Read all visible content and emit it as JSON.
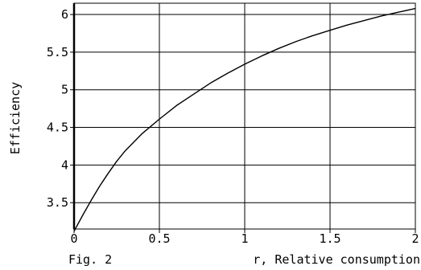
{
  "chart_data": {
    "type": "line",
    "xlabel": "r, Relative consumption",
    "ylabel": "Efficiency",
    "caption": "Fig. 2",
    "xlim": [
      0,
      2
    ],
    "ylim": [
      3.15,
      6.15
    ],
    "xticks": [
      0,
      0.5,
      1,
      1.5,
      2
    ],
    "xtick_labels": [
      "0",
      "0.5",
      "1",
      "1.5",
      "2"
    ],
    "yticks": [
      3.5,
      4,
      4.5,
      5,
      5.5,
      6
    ],
    "ytick_labels": [
      "3.5",
      "4",
      "4.5",
      "5",
      "5.5",
      "6"
    ],
    "grid": true,
    "series": [
      {
        "x": [
          0,
          0.05,
          0.1,
          0.15,
          0.2,
          0.25,
          0.3,
          0.4,
          0.5,
          0.6,
          0.7,
          0.8,
          0.9,
          1.0,
          1.1,
          1.2,
          1.3,
          1.4,
          1.5,
          1.6,
          1.7,
          1.8,
          1.9,
          2.0
        ],
        "y": [
          3.12,
          3.33,
          3.53,
          3.72,
          3.89,
          4.05,
          4.19,
          4.42,
          4.61,
          4.79,
          4.94,
          5.09,
          5.22,
          5.34,
          5.45,
          5.55,
          5.64,
          5.72,
          5.79,
          5.86,
          5.92,
          5.98,
          6.03,
          6.08
        ]
      }
    ]
  }
}
